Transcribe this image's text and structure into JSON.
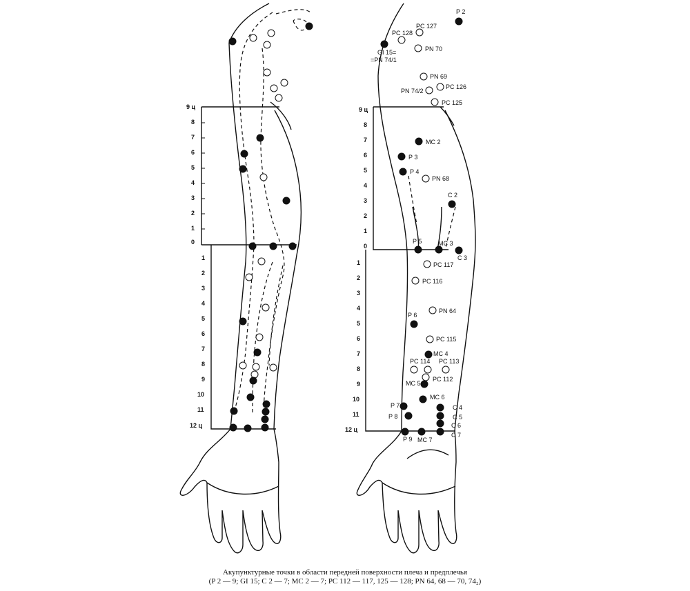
{
  "scale": {
    "upper": [
      "9 ц",
      "8",
      "7",
      "6",
      "5",
      "4",
      "3",
      "2",
      "1",
      "0"
    ],
    "lower": [
      "1",
      "2",
      "3",
      "4",
      "5",
      "6",
      "7",
      "8",
      "9",
      "10",
      "11",
      "12 ц"
    ]
  },
  "labels": {
    "P2": "P 2",
    "PC127": "PC 127",
    "PC128": "PC 128",
    "GI15a": "GI 15=",
    "GI15b": "=PN 74/1",
    "PN70": "PN 70",
    "PN69": "PN 69",
    "PN742": "PN 74/2",
    "PC126": "PC 126",
    "PC125": "PC 125",
    "MC2": "MC 2",
    "P3": "P 3",
    "P4": "P 4",
    "PN68": "PN 68",
    "C2": "C 2",
    "P5": "P 5",
    "MC3": "MC 3",
    "C3": "C 3",
    "PC117": "PC 117",
    "PC116": "PC 116",
    "PN64": "PN 64",
    "P6": "P 6",
    "PC115": "PC 115",
    "MC4": "MC 4",
    "PC114": "PC 114",
    "PC113": "PC 113",
    "PC112": "PC 112",
    "MC5": "MC 5",
    "MC6": "MC 6",
    "P7": "P 7",
    "P8": "P 8",
    "C4": "C 4",
    "C5": "C 5",
    "C6": "C 6",
    "C7": "C 7",
    "P9": "P 9",
    "MC7": "MC 7"
  },
  "caption": {
    "line1": "Акупунктурные точки в области передней поверхности плеча и предплечья",
    "line2": "(P 2 — 9; GI 15; C 2 — 7; MC 2 — 7; PC 112 — 117, 125 — 128; PN 64, 68 — 70, 74₂)"
  },
  "legend_colors": {
    "filled_point": "#111111",
    "open_point": "#ffffff"
  }
}
